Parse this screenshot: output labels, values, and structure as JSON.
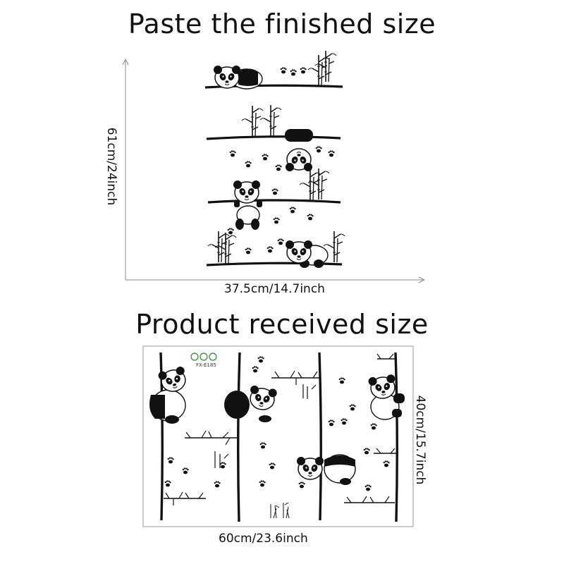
{
  "titles": {
    "top": "Paste the finished size",
    "bottom": "Product received size"
  },
  "dimensions": {
    "finished_height": "61cm/24inch",
    "finished_width": "37.5cm/14.7inch",
    "received_height": "40cm/15.7inch",
    "received_width": "60cm/23.6inch"
  },
  "product_code": "FX-E185",
  "colors": {
    "ink": "#111111",
    "background": "#ffffff",
    "axis": "#888888"
  }
}
